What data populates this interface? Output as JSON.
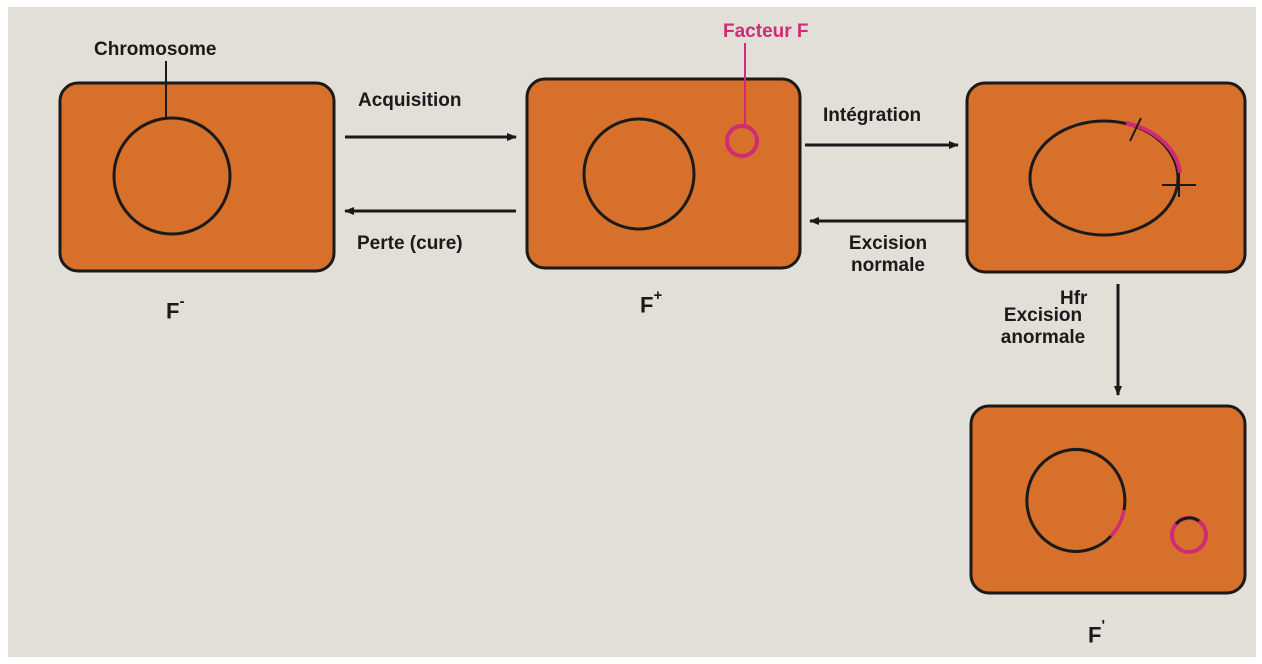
{
  "colors": {
    "background": "#e1dfd8",
    "cell_fill": "#d6702a",
    "cell_stroke": "#1a1a1a",
    "f_factor": "#d12a76"
  },
  "labels": {
    "chromosome": "Chromosome",
    "facteur_f": "Facteur F",
    "acquisition": "Acquisition",
    "perte": "Perte (cure)",
    "integration": "Intégration",
    "excision_normale_1": "Excision",
    "excision_normale_2": "normale",
    "excision_anormale_1": "Excision",
    "excision_anormale_2": "anormale",
    "hfr": "Hfr"
  },
  "cells": {
    "f_minus": {
      "base": "F",
      "sup": "-"
    },
    "f_plus": {
      "base": "F",
      "sup": "+"
    },
    "f_prime": {
      "base": "F",
      "sup": "'"
    }
  }
}
